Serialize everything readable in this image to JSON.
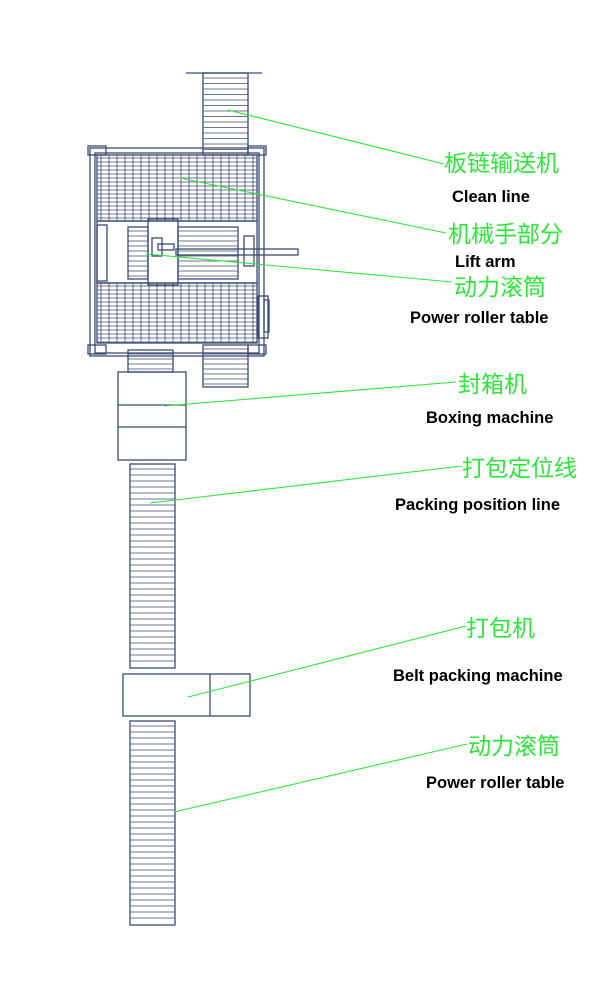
{
  "colors": {
    "drawing": "#3b4a73",
    "leader": "#2ee63a",
    "label_cn": "#2ee63a",
    "label_en": "#000000",
    "background": "#ffffff"
  },
  "labels": [
    {
      "id": "clean-line",
      "cn": "板链输送机",
      "en": "Clean line"
    },
    {
      "id": "lift-arm",
      "cn": "机械手部分",
      "en": "Lift arm"
    },
    {
      "id": "power-roller-table-1",
      "cn": "动力滚筒",
      "en": "Power roller table"
    },
    {
      "id": "boxing-machine",
      "cn": "封箱机",
      "en": "Boxing machine"
    },
    {
      "id": "packing-position-line",
      "cn": "打包定位线",
      "en": "Packing position line"
    },
    {
      "id": "belt-packing-machine",
      "cn": "打包机",
      "en": "Belt packing machine"
    },
    {
      "id": "power-roller-table-2",
      "cn": "动力滚筒",
      "en": "Power roller table"
    }
  ]
}
